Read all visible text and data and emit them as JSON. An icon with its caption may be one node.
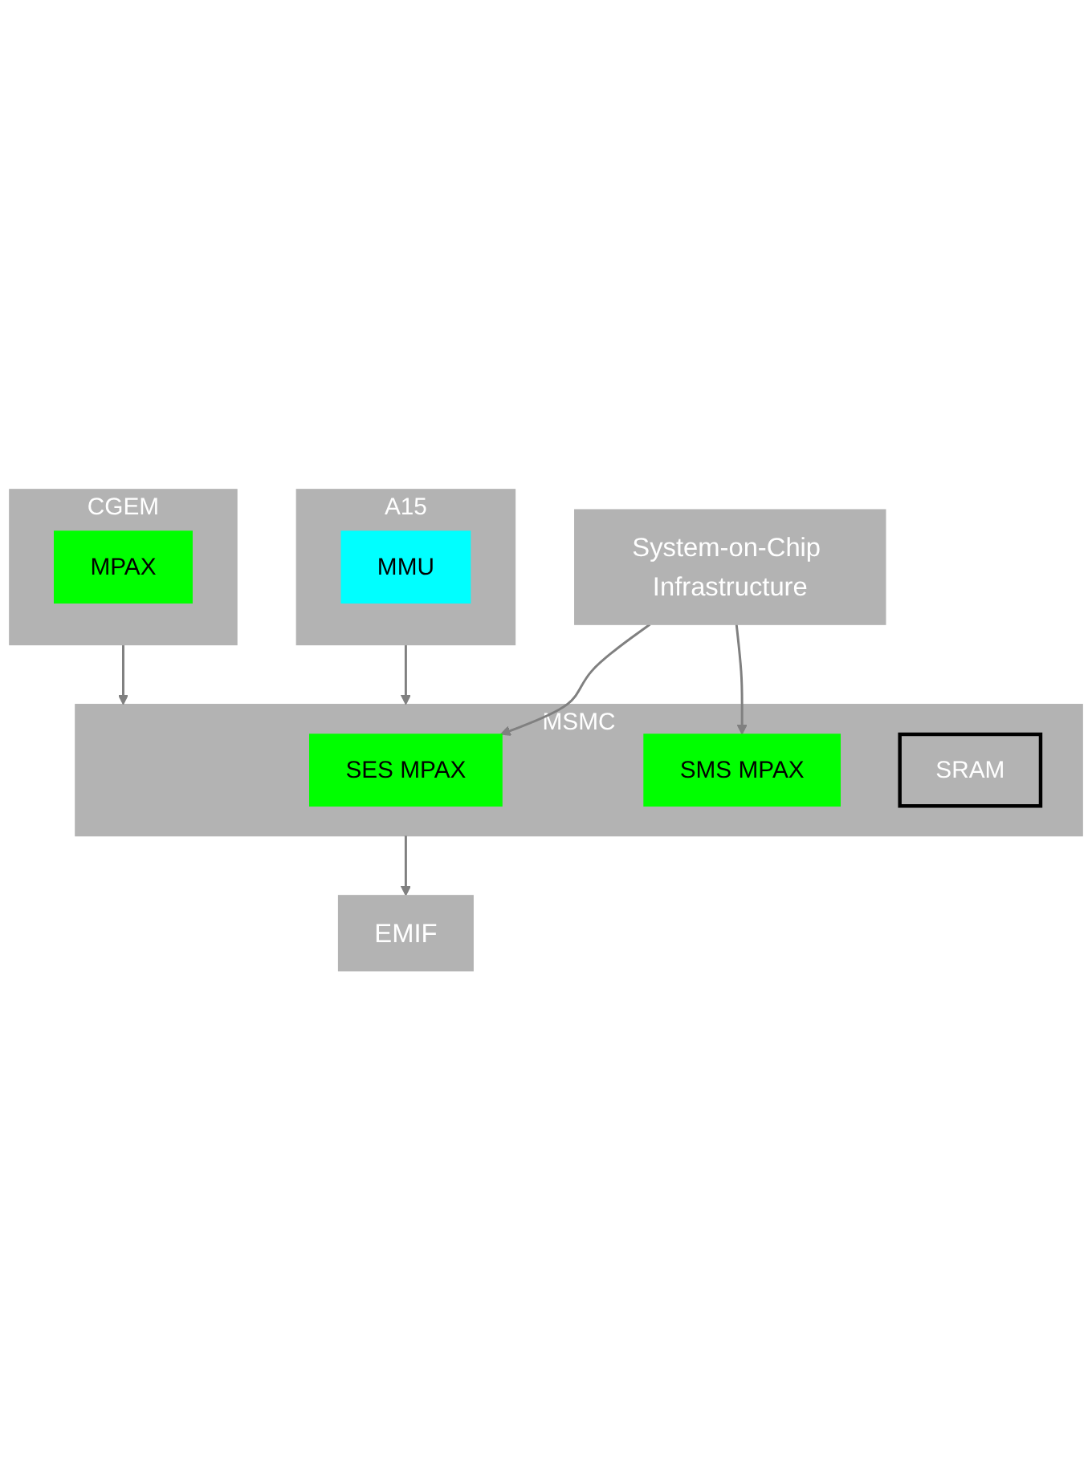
{
  "diagram": {
    "nodes": [
      {
        "text": [
          "System-on-Chip Infrastructure"
        ]
      },
      {
        "text": [
          "A15"
        ]
      },
      {
        "text": [
          "MMU"
        ],
        "in": 1
      },
      {
        "text": [
          "CGEM"
        ]
      },
      {
        "text": [
          "MPAX"
        ],
        "in": 3
      },
      {
        "text": [
          "MSMC"
        ]
      },
      {
        "text": [
          "SES MPAX"
        ],
        "in": 5
      },
      {
        "text": [
          "SMS MPAX"
        ],
        "in": 5
      },
      {
        "text": [
          "SRAM"
        ],
        "in": 5
      },
      {
        "text": [
          "EMIF"
        ]
      }
    ],
    "edges": [
      {
        "from": 0,
        "to": 6,
        "arrow": "to"
      },
      {
        "from": 0,
        "to": 7,
        "arrow": "to"
      },
      {
        "from": 1,
        "to": 5,
        "arrow": "to"
      },
      {
        "from": 3,
        "to": 5,
        "arrow": "to"
      },
      {
        "from": 5,
        "to": 9,
        "arrow": "to"
      }
    ]
  }
}
